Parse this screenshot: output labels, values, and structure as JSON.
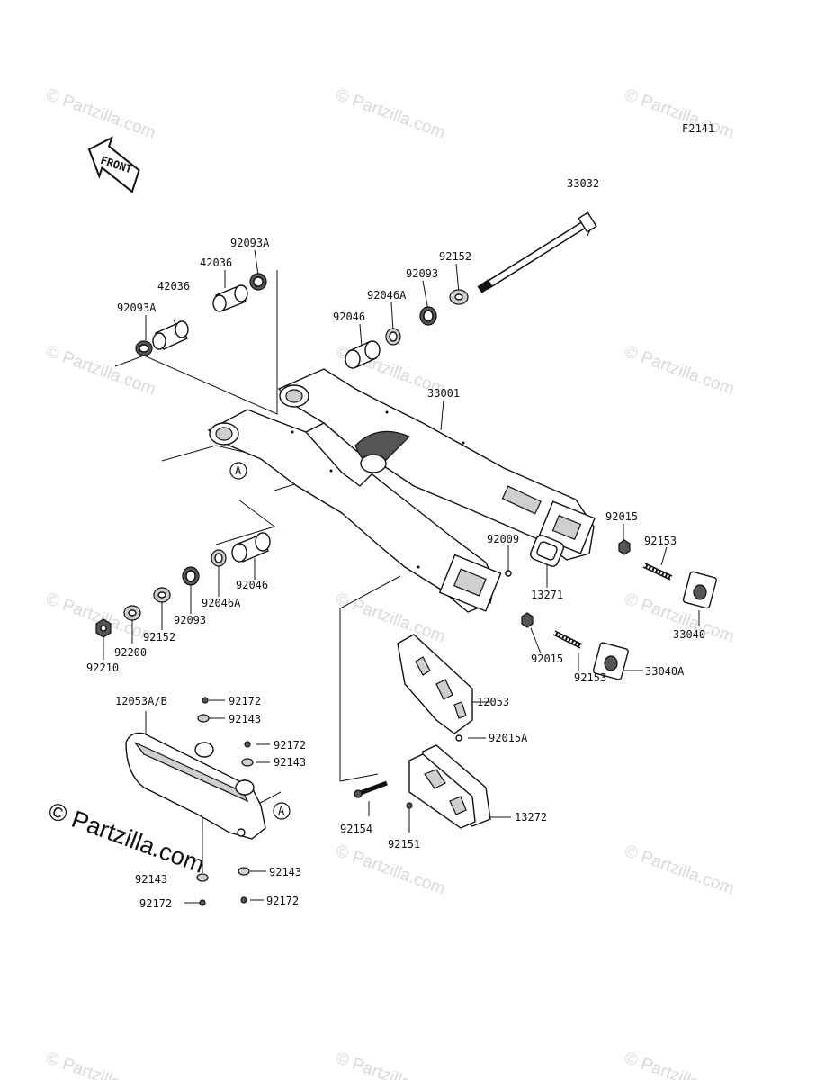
{
  "figure_code": "F2141",
  "front_label": "FRONT",
  "watermark": "© Partzilla.com",
  "watermark_large": "© Partzilla.com",
  "ref_mark": "A",
  "labels": [
    {
      "id": "33032",
      "text": "33032"
    },
    {
      "id": "92093A-top",
      "text": "92093A"
    },
    {
      "id": "42036-top",
      "text": "42036"
    },
    {
      "id": "42036-left",
      "text": "42036"
    },
    {
      "id": "92093A-left",
      "text": "92093A"
    },
    {
      "id": "92152-top",
      "text": "92152"
    },
    {
      "id": "92093-top",
      "text": "92093"
    },
    {
      "id": "92046A-top",
      "text": "92046A"
    },
    {
      "id": "92046-top",
      "text": "92046"
    },
    {
      "id": "33001",
      "text": "33001"
    },
    {
      "id": "92015-right",
      "text": "92015"
    },
    {
      "id": "92009",
      "text": "92009"
    },
    {
      "id": "92153-right",
      "text": "92153"
    },
    {
      "id": "13271",
      "text": "13271"
    },
    {
      "id": "33040",
      "text": "33040"
    },
    {
      "id": "92046-low",
      "text": "92046"
    },
    {
      "id": "92046A-low",
      "text": "92046A"
    },
    {
      "id": "92093-low",
      "text": "92093"
    },
    {
      "id": "92152-low",
      "text": "92152"
    },
    {
      "id": "92200",
      "text": "92200"
    },
    {
      "id": "92210",
      "text": "92210"
    },
    {
      "id": "92015-low",
      "text": "92015"
    },
    {
      "id": "92153-low",
      "text": "92153"
    },
    {
      "id": "33040A",
      "text": "33040A"
    },
    {
      "id": "12053",
      "text": "12053"
    },
    {
      "id": "12053AB",
      "text": "12053A/B"
    },
    {
      "id": "92172-a",
      "text": "92172"
    },
    {
      "id": "92143-a",
      "text": "92143"
    },
    {
      "id": "92172-b",
      "text": "92172"
    },
    {
      "id": "92143-b",
      "text": "92143"
    },
    {
      "id": "92015A",
      "text": "92015A"
    },
    {
      "id": "13272",
      "text": "13272"
    },
    {
      "id": "92154",
      "text": "92154"
    },
    {
      "id": "92151",
      "text": "92151"
    },
    {
      "id": "92143-c",
      "text": "92143"
    },
    {
      "id": "92143-d",
      "text": "92143"
    },
    {
      "id": "92172-c",
      "text": "92172"
    },
    {
      "id": "92172-d",
      "text": "92172"
    }
  ]
}
